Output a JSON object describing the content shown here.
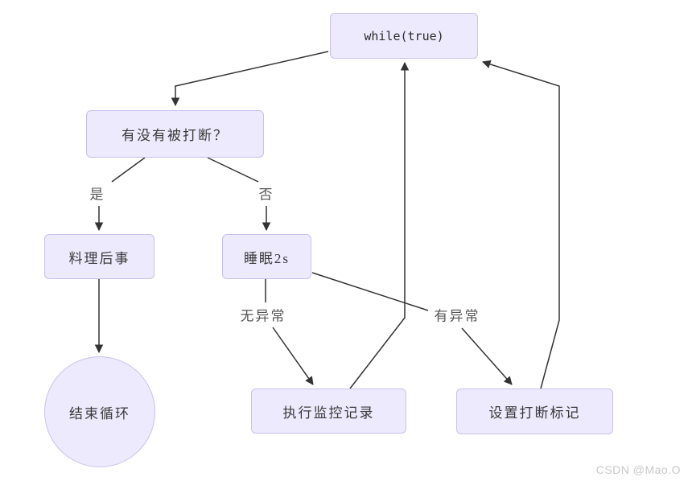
{
  "diagram": {
    "nodes": {
      "while_loop": "while(true)",
      "interrupted_check": "有没有被打断？",
      "cleanup": "料理后事",
      "sleep": "睡眠2s",
      "end_loop": "结束循环",
      "monitor_log": "执行监控记录",
      "set_interrupt_flag": "设置打断标记"
    },
    "edge_labels": {
      "yes": "是",
      "no": "否",
      "no_exception": "无异常",
      "has_exception": "有异常"
    },
    "colors": {
      "node_fill": "#eceafc",
      "node_border": "#c6c2ec",
      "edge_stroke": "#333333",
      "node_text": "#3a3a3a",
      "edge_label_text": "#555555",
      "watermark_text": "#c9c9c9"
    }
  },
  "watermark": "CSDN @Mao.O"
}
